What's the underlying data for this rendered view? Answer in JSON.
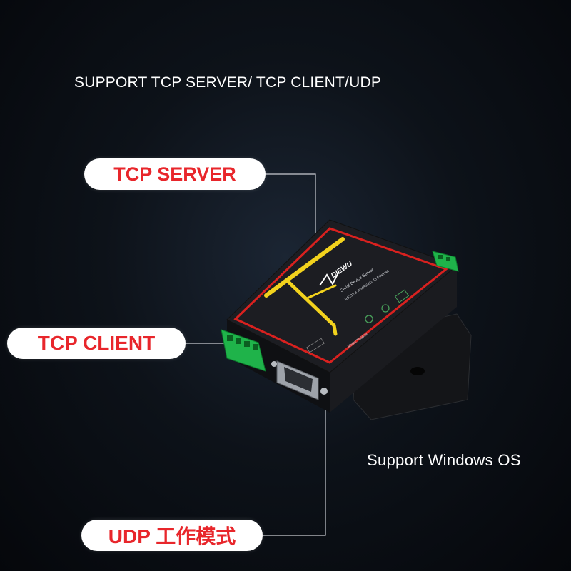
{
  "headline": "SUPPORT TCP SERVER/ TCP CLIENT/UDP",
  "subheadline": "Support Windows OS",
  "labels": {
    "tcp_server": "TCP SERVER",
    "tcp_client": "TCP CLIENT",
    "udp": "UDP 工作模式"
  },
  "device": {
    "brand": "DIEWU",
    "line1": "Serial Device Server",
    "line2": "RS232 & RS485/422 To Ethernet",
    "model": "Model:TB0039"
  },
  "colors": {
    "pill_text": "#e8262b",
    "pill_bg": "#ffffff",
    "device_outline": "#d9211f",
    "accent_yellow": "#f2d21d",
    "terminal_green": "#1fb34a"
  }
}
